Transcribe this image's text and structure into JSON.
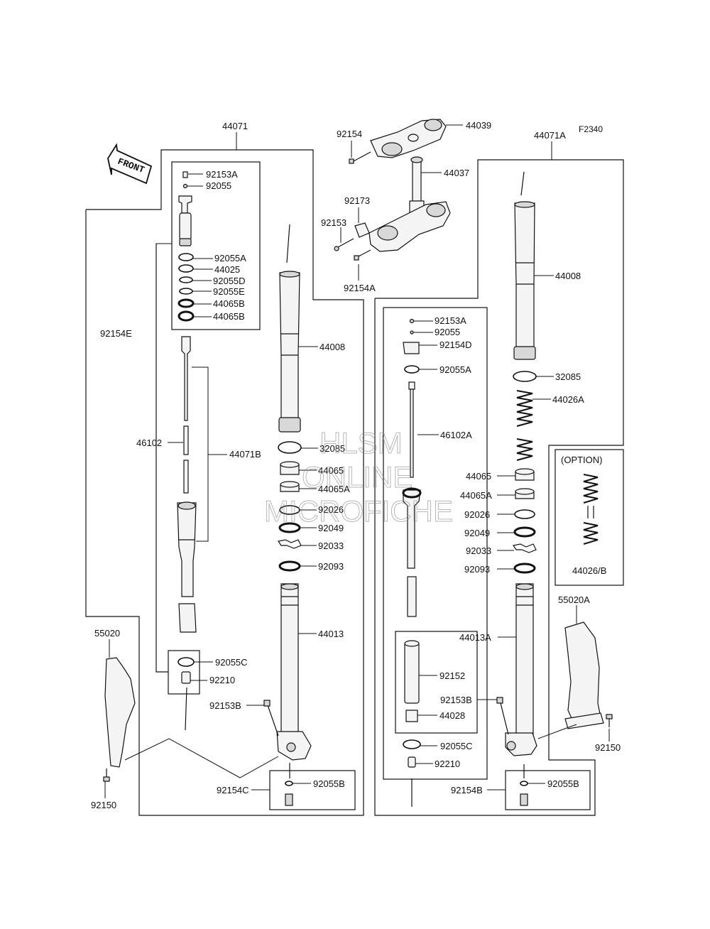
{
  "figure_code": "F2340",
  "front_arrow": "FRONT",
  "watermark": [
    "HLSM",
    "ONLINE",
    "MICROFICHE"
  ],
  "option_title": "(OPTION)",
  "labels": {
    "l44071": "44071",
    "l44071A": "44071A",
    "l44071B": "44071B",
    "l44039": "44039",
    "l44037": "44037",
    "l92154_top": "92154",
    "l92173": "92173",
    "l92153_top": "92153",
    "l92154A": "92154A",
    "l92153A_L": "92153A",
    "l92055_L": "92055",
    "l92055A_L": "92055A",
    "l44025": "44025",
    "l92055D": "92055D",
    "l92055E": "92055E",
    "l44065B_1": "44065B",
    "l44065B_2": "44065B",
    "l92154E": "92154E",
    "l46102": "46102",
    "l92055C_L": "92055C",
    "l92210_L": "92210",
    "l44008_L": "44008",
    "l32085_L": "32085",
    "l44065_L": "44065",
    "l44065A_L": "44065A",
    "l92026_L": "92026",
    "l92049_L": "92049",
    "l92033_L": "92033",
    "l92093_L": "92093",
    "l44013": "44013",
    "l92153B_L": "92153B",
    "l92154C": "92154C",
    "l92055B_L": "92055B",
    "l55020": "55020",
    "l92150_L": "92150",
    "l92153A_R": "92153A",
    "l92055_R": "92055",
    "l92154D": "92154D",
    "l92055A_R": "92055A",
    "l46102A": "46102A",
    "l92152": "92152",
    "l92153B_R": "92153B",
    "l44028": "44028",
    "l92055C_R": "92055C",
    "l92210_R": "92210",
    "l92154B": "92154B",
    "l92055B_R": "92055B",
    "l44008_R": "44008",
    "l32085_R": "32085",
    "l44026A": "44026A",
    "l44065_R": "44065",
    "l44065A_R": "44065A",
    "l92026_R": "92026",
    "l92049_R": "92049",
    "l92033_R": "92033",
    "l92093_R": "92093",
    "l44013A": "44013A",
    "l44026B": "44026/B",
    "l55020A": "55020A",
    "l92150_R": "92150"
  }
}
